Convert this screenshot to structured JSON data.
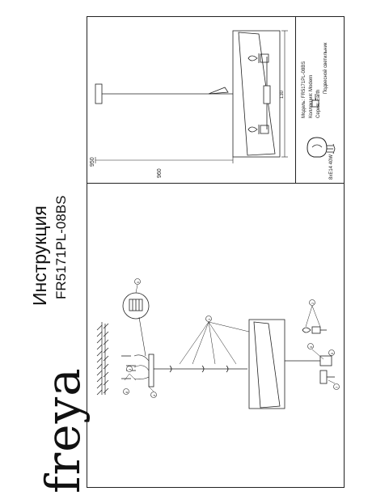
{
  "brand": "freya",
  "title": "Инструкция",
  "model_code": "FR5171PL-08BS",
  "specs": {
    "model_label": "Модель:",
    "model_value": "FR5171PL-08BS",
    "collection_label": "Коллекция:",
    "collection_value": "Modern",
    "series_label": "Серия:",
    "series_value": "Earth",
    "type_value": "Подвесной светильник"
  },
  "bulb": "8xE14 40W",
  "dimensions": {
    "height": "950",
    "width": "960",
    "depth": "130"
  },
  "callouts": [
    "1",
    "2",
    "3",
    "4",
    "5",
    "6",
    "7",
    "8",
    "9"
  ],
  "colors": {
    "line": "#222222",
    "frame": "#222222"
  }
}
